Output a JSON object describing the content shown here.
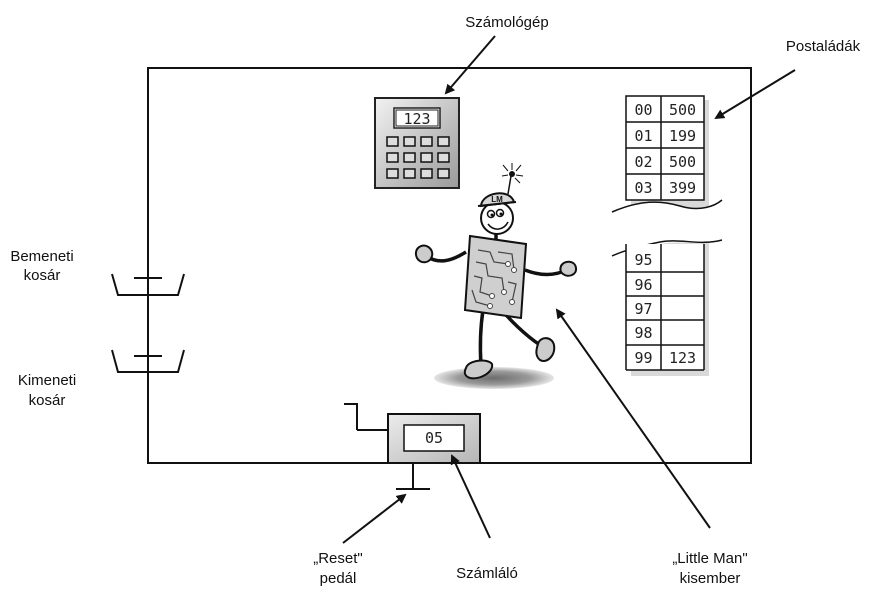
{
  "labels": {
    "calculator": "Számológép",
    "mailboxes": "Postaládák",
    "input_basket_line1": "Bemeneti",
    "input_basket_line2": "kosár",
    "output_basket_line1": "Kimeneti",
    "output_basket_line2": "kosár",
    "reset_line1": "„Reset\"",
    "reset_line2": "pedál",
    "counter": "Számláló",
    "little_man_line1": "„Little Man\"",
    "little_man_line2": "kisember"
  },
  "calculator": {
    "display": "123"
  },
  "counter": {
    "display": "05"
  },
  "cap_text": "LM",
  "mailboxes_top": [
    {
      "addr": "00",
      "value": "500"
    },
    {
      "addr": "01",
      "value": "199"
    },
    {
      "addr": "02",
      "value": "500"
    },
    {
      "addr": "03",
      "value": "399"
    }
  ],
  "mailboxes_bottom": [
    {
      "addr": "95",
      "value": ""
    },
    {
      "addr": "96",
      "value": ""
    },
    {
      "addr": "97",
      "value": ""
    },
    {
      "addr": "98",
      "value": ""
    },
    {
      "addr": "99",
      "value": "123"
    }
  ]
}
